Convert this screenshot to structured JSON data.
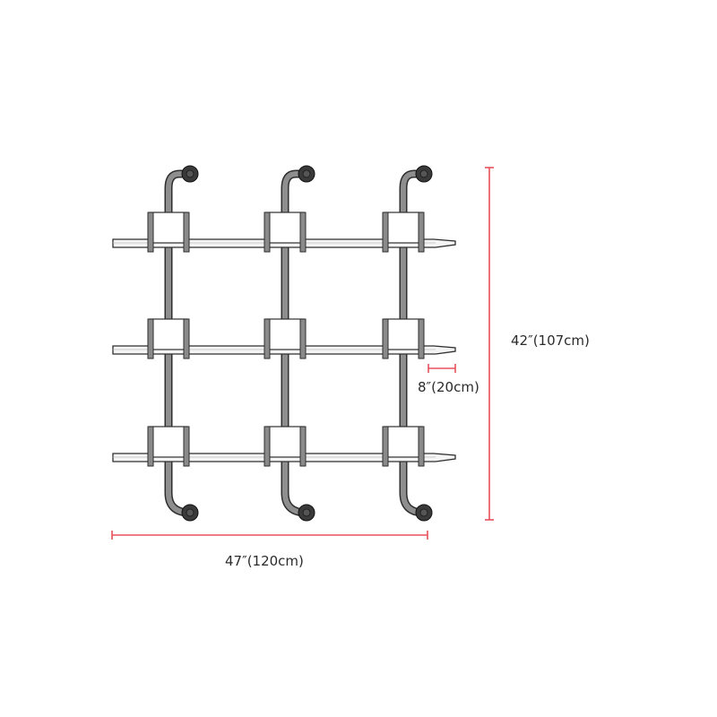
{
  "dimensions": {
    "height": "42″(107cm)",
    "depth": "8″(20cm)",
    "width": "47″(120cm)"
  },
  "colors": {
    "dimension_line": "#e8505b",
    "pipe": "#8e8e8e",
    "outline": "#2e2e2e",
    "flange": "#3a3a3a"
  },
  "shelf": {
    "tiers": 3,
    "uprights": 3
  }
}
